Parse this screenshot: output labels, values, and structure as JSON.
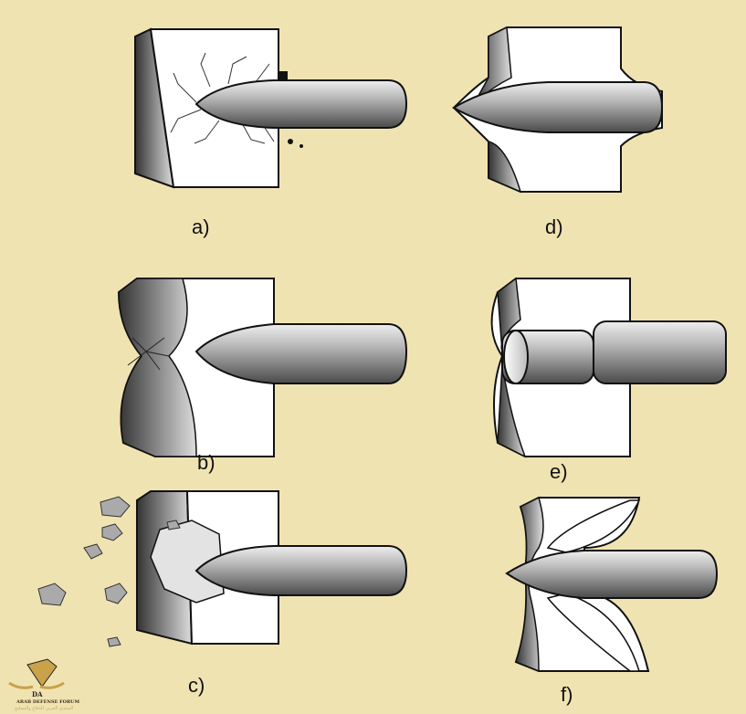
{
  "panels": [
    {
      "id": "a",
      "label": "a)"
    },
    {
      "id": "b",
      "label": "b)"
    },
    {
      "id": "c",
      "label": "c)"
    },
    {
      "id": "d",
      "label": "d)"
    },
    {
      "id": "e",
      "label": "e)"
    },
    {
      "id": "f",
      "label": "f)"
    }
  ],
  "watermark": {
    "logo_text": "DA",
    "name": "ARAB DEFENSE FORUM",
    "arabic": "المنتدى العربي للدفاع والتسليح"
  },
  "colors": {
    "background": "#f0e3b2",
    "block_face": "#ffffff",
    "steel_dark": "#555555",
    "outline": "#111111"
  }
}
